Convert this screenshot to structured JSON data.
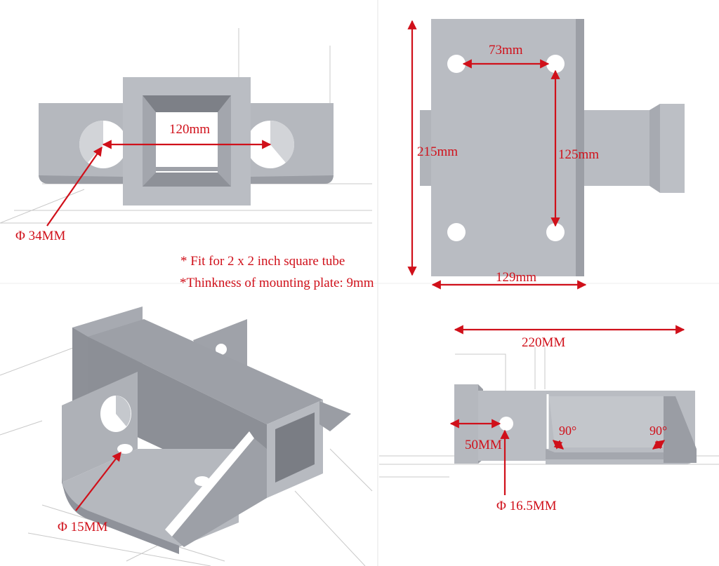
{
  "colors": {
    "dimension": "#d0101a",
    "part_body": "#b3b6bd",
    "part_dark": "#8f929a",
    "part_light": "#c6c9cf"
  },
  "front_view": {
    "hole_center_distance": "120mm",
    "big_hole_diameter": "Φ 34MM"
  },
  "top_view": {
    "hole_pitch_horizontal": "73mm",
    "plate_height": "215mm",
    "hole_pitch_vertical": "125mm",
    "plate_width": "129mm"
  },
  "notes": {
    "line1": "* Fit for 2 x 2 inch square tube",
    "line2": "*Thinkness of mounting plate: 9mm"
  },
  "iso_view": {
    "small_hole_diameter": "Φ 15MM"
  },
  "side_view": {
    "overall_length": "220MM",
    "hole_offset": "50MM",
    "angle_left": "90°",
    "angle_right": "90°",
    "pin_hole_diameter": "Φ 16.5MM"
  }
}
